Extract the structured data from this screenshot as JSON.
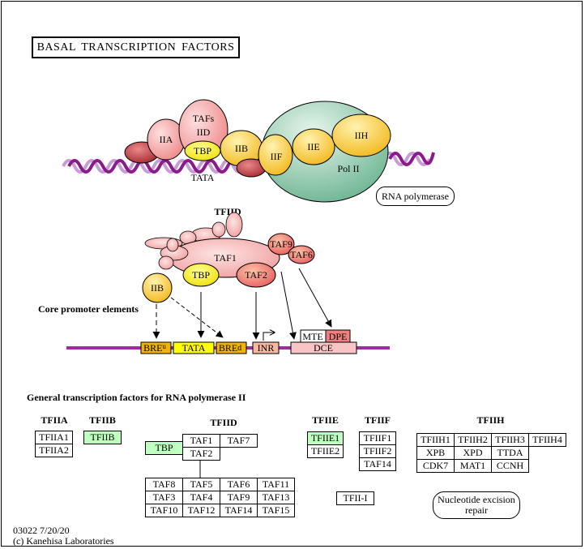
{
  "title": "BASAL TRANSCRIPTION FACTORS",
  "colors": {
    "dna_dark": "#8b1a8b",
    "dna_light": "#c89cd6",
    "promoter_line": "#9b2fa0",
    "pink_factor": "#f6a8a8",
    "red_factor": "#c0393f",
    "yellow_factor": "#f7c52c",
    "tbp_yellow": "#f5f000",
    "polII_green": "#7fbf9f",
    "hit_green": "#bfffbf",
    "bre": "#f2b200",
    "tata": "#ffff00",
    "inr": "#f8b8a0",
    "dce": "#f9c4c4",
    "dpe": "#f08080",
    "mte": "#ffffff"
  },
  "complex": {
    "labels": {
      "iia": "IIA",
      "tafs": "TAFs",
      "iid": "IID",
      "tbp": "TBP",
      "iib": "IIB",
      "iif": "IIF",
      "iie": "IIE",
      "iih": "IIH",
      "pol2": "Pol II",
      "tata": "TATA"
    },
    "rna_polymerase_link": "RNA polymerase"
  },
  "tfiid_detail": {
    "title": "TFIID",
    "labels": {
      "taf1": "TAF1",
      "taf9": "TAF9",
      "taf6": "TAF6",
      "tbp": "TBP",
      "taf2": "TAF2",
      "iib": "IIB"
    }
  },
  "core_promoter": {
    "heading": "Core promoter elements",
    "elements": {
      "bre_u": "BRE",
      "bre_u_sup": "u",
      "tata": "TATA",
      "bre_d": "BRE",
      "bre_d_sup": "d",
      "inr": "INR",
      "mte": "MTE",
      "dpe": "DPE",
      "dce": "DCE"
    }
  },
  "gtf": {
    "heading": "General transcription factors for RNA polymerase II",
    "groups": {
      "tfiia": {
        "title": "TFIIA",
        "genes": [
          "TFIIA1",
          "TFIIA2"
        ]
      },
      "tfiib": {
        "title": "TFIIB",
        "genes": [
          "TFIIB"
        ]
      },
      "tfiid": {
        "title": "TFIID",
        "tbp": "TBP",
        "top": [
          "TAF1",
          "TAF7",
          "TAF2"
        ],
        "grid": [
          [
            "TAF8",
            "TAF5",
            "TAF6",
            "TAF11"
          ],
          [
            "TAF3",
            "TAF4",
            "TAF9",
            "TAF13"
          ],
          [
            "TAF10",
            "TAF12",
            "TAF14",
            "TAF15"
          ]
        ]
      },
      "tfiie": {
        "title": "TFIIE",
        "genes": [
          "TFIIE1",
          "TFIIE2"
        ]
      },
      "tfiif": {
        "title": "TFIIF",
        "genes": [
          "TFIIF1",
          "TFIIF2",
          "TAF14"
        ]
      },
      "tfiih": {
        "title": "TFIIH",
        "grid": [
          [
            "TFIIH1",
            "TFIIH2",
            "TFIIH3",
            "TFIIH4"
          ],
          [
            "XPB",
            "XPD",
            "TTDA"
          ],
          [
            "CDK7",
            "MAT1",
            "CCNH"
          ]
        ]
      },
      "tfii_i": "TFII-I"
    },
    "ner_link_line1": "Nucleotide excision",
    "ner_link_line2": "repair"
  },
  "footer": {
    "map_id_date": "03022 7/20/20",
    "copyright": "(c) Kanehisa Laboratories"
  }
}
